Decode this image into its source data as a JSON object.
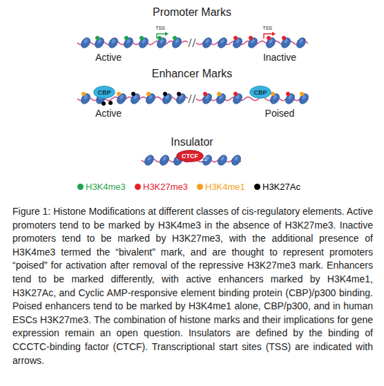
{
  "diagram": {
    "caption": "Figure 1: Histone Modifications at different classes of cis-regulatory elements. Active promoters tend to be marked by H3K4me3 in the absence of H3K27me3. Inactive promoters tend to be marked by H3K27me3, with the additional presence of H3K4me3 termed the “bivalent” mark, and are thought to represent promoters “poised” for activation after removal of the repressive H3K27me3 mark. Enhancers tend to be marked differently, with active enhancers marked by H3K4me1, H3K27Ac, and Cyclic AMP-responsive element binding protein (CBP)/p300 binding. Poised enhancers tend to be marked by H3K4me1 alone, CBP/p300, and in human ESCs H3K27me3. The combination of histone marks and their implications for gene expression remain an open question. Insulators are defined by the binding of CCCTC-binding factor (CTCF). Transcriptional start sites (TSS) are indicated with arrows.",
    "nodes": [
      {
        "text": [
          "CBP"
        ]
      },
      {
        "text": [
          "CBP"
        ]
      },
      {
        "text": [
          "CTCF"
        ]
      }
    ],
    "labels": [
      "Promoter Marks",
      "TSS",
      "TSS",
      "Active",
      "Inactive",
      "Enhancer Marks",
      "Active",
      "Poised",
      "Insulator"
    ],
    "legend": [
      {
        "text": "H3K4me3",
        "color": "#1fa24a"
      },
      {
        "text": "H3K27me3",
        "color": "#e5202b"
      },
      {
        "text": "H3K4me1",
        "color": "#f4a11d"
      },
      {
        "text": "H3K27Ac",
        "color": "#000000"
      }
    ]
  }
}
